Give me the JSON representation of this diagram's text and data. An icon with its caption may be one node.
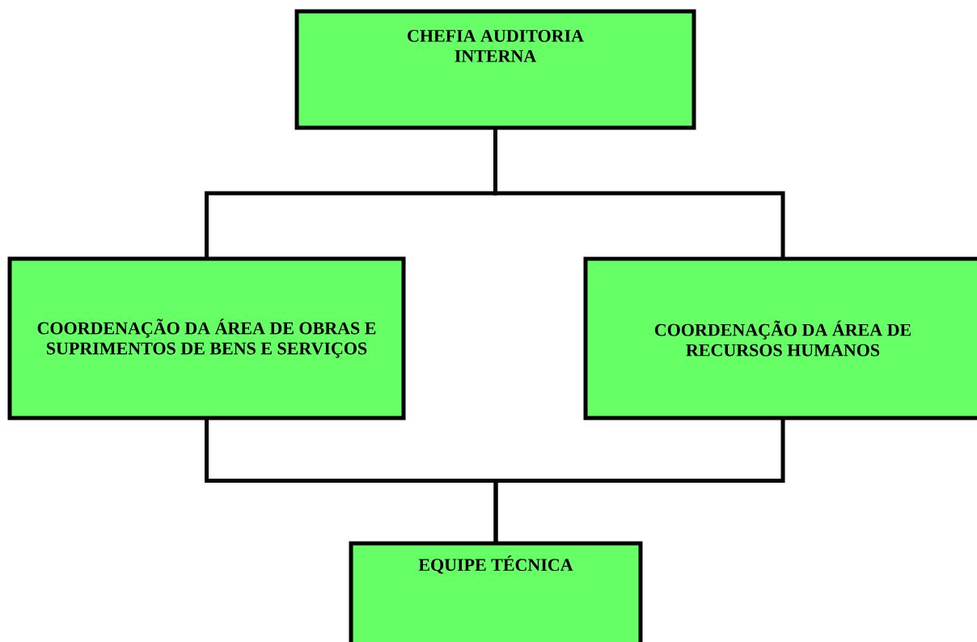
{
  "diagram": {
    "nodes": [
      {
        "text": [
          "CHEFIA AUDITORIA INTERNA"
        ]
      },
      {
        "text": [
          "COORDENAÇÃO DA ÁREA DE OBRAS E SUPRIMENTOS DE BENS E SERVIÇOS"
        ]
      },
      {
        "text": [
          "COORDENAÇÃO DA ÁREA DE RECURSOS HUMANOS"
        ]
      },
      {
        "text": [
          "EQUIPE TÉCNICA"
        ]
      }
    ],
    "edges": [
      {
        "from": 0,
        "to": 1,
        "arrow": "none"
      },
      {
        "from": 0,
        "to": 2,
        "arrow": "none"
      },
      {
        "from": 1,
        "to": 3,
        "arrow": "none"
      },
      {
        "from": 2,
        "to": 3,
        "arrow": "none"
      }
    ]
  }
}
